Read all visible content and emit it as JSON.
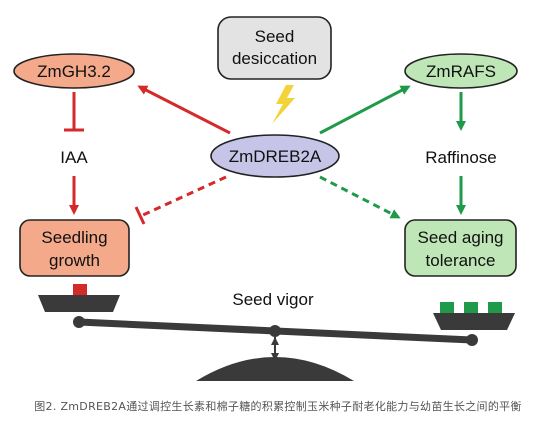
{
  "nodes": {
    "center": "ZmDREB2A",
    "stress": [
      "Seed",
      "desiccation"
    ],
    "gh": "ZmGH3.2",
    "rafs": "ZmRAFS",
    "iaa": "IAA",
    "raffinose": "Raffinose",
    "growth": [
      "Seedling",
      "growth"
    ],
    "aging": [
      "Seed aging",
      "tolerance"
    ],
    "vigor": "Seed vigor"
  },
  "colors": {
    "red": "#d42a2a",
    "green": "#1f9a48",
    "salmon": "#f4a98a",
    "mint": "#bfe6b6",
    "lavender": "#c6c5e8",
    "lightgray": "#e3e3e3",
    "scale": "#3a3a3a",
    "bolt": "#f2d33a"
  },
  "caption": "图2. ZmDREB2A通过调控生长素和棉子糖的积累控制玉米种子耐老化能力与幼苗生长之间的平衡"
}
